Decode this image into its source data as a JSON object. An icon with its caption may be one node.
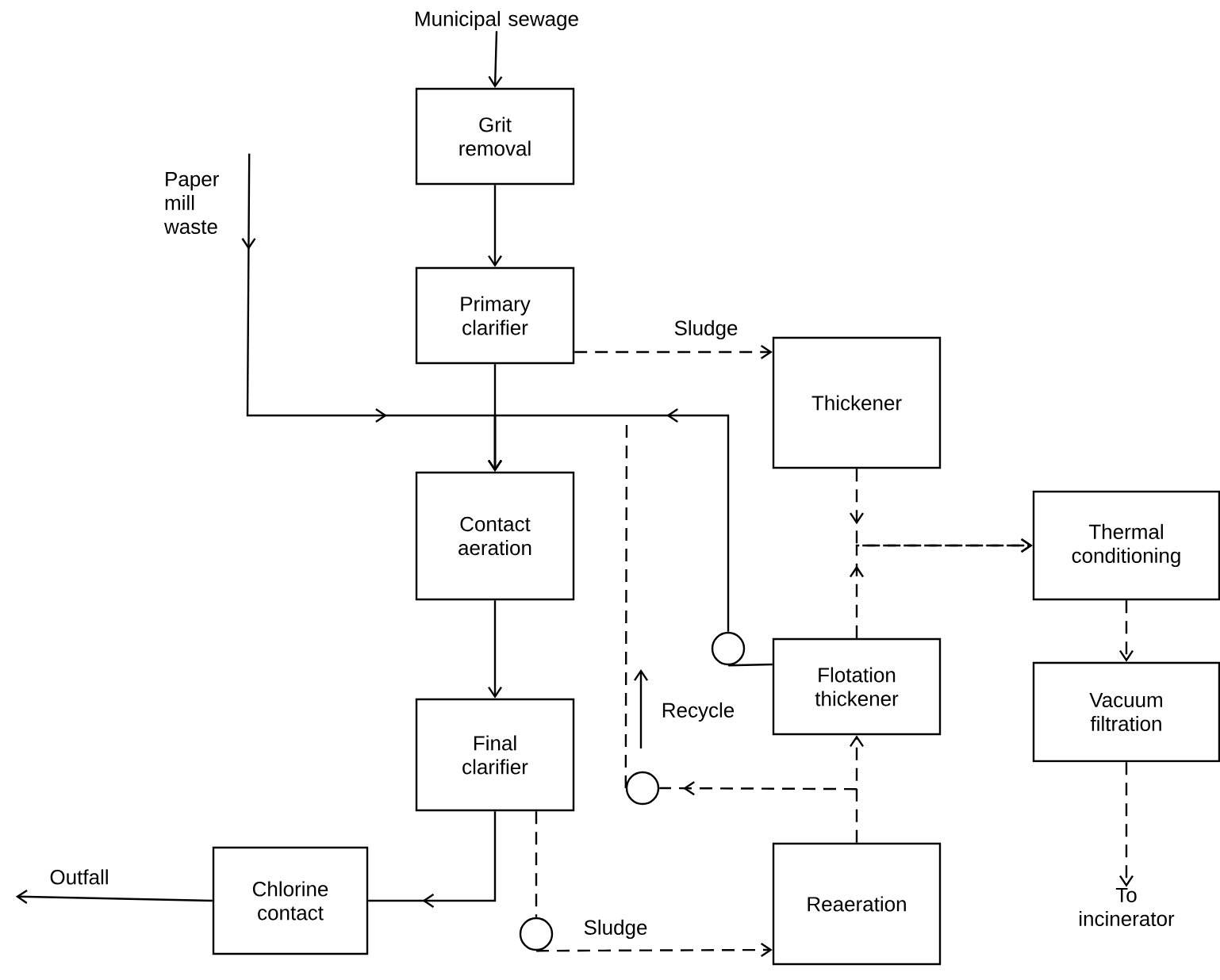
{
  "diagram": {
    "nodes": [
      {
        "text": [
          "Municipal sewage"
        ]
      },
      {
        "text": [
          "Grit removal"
        ]
      },
      {
        "text": [
          "Primary clarifier"
        ]
      },
      {
        "text": [
          "Paper mill waste"
        ]
      },
      {
        "text": [
          "Contact aeration"
        ]
      },
      {
        "text": [
          "Final clarifier"
        ]
      },
      {
        "text": [
          "Chlorine contact"
        ]
      },
      {
        "text": [
          "Outfall"
        ]
      },
      {
        "text": [
          "Thickener"
        ]
      },
      {
        "text": [
          "Thermal conditioning"
        ]
      },
      {
        "text": [
          "Vacuum filtration"
        ]
      },
      {
        "text": [
          "To incinerator"
        ]
      },
      {
        "text": [
          "Flotation thickener"
        ]
      },
      {
        "text": [
          "Reaeration"
        ]
      },
      {
        "text": [],
        "shape": "circle"
      },
      {
        "text": [],
        "shape": "circle"
      },
      {
        "text": [],
        "shape": "circle"
      }
    ],
    "edges": [
      {
        "from": 0,
        "to": 1,
        "arrow": "to"
      },
      {
        "from": 1,
        "to": 2,
        "arrow": "to"
      },
      {
        "from": 2,
        "to": 4,
        "arrow": "to"
      },
      {
        "from": 3,
        "to": 4,
        "arrow": "to"
      },
      {
        "from": 2,
        "to": 8,
        "arrow": "to",
        "style": "dashed",
        "label": "Sludge"
      },
      {
        "from": 4,
        "to": 5,
        "arrow": "to"
      },
      {
        "from": 5,
        "to": 6,
        "arrow": "to"
      },
      {
        "from": 6,
        "to": 7,
        "arrow": "to"
      },
      {
        "from": 12,
        "to": 14,
        "arrow": "none"
      },
      {
        "from": 14,
        "to": 4,
        "arrow": "to"
      },
      {
        "from": 5,
        "to": 16,
        "arrow": "none",
        "style": "dashed"
      },
      {
        "from": 16,
        "to": 13,
        "arrow": "to",
        "style": "dashed",
        "label": "Sludge"
      },
      {
        "from": 13,
        "to": 12,
        "arrow": "to",
        "style": "dashed"
      },
      {
        "from": 12,
        "to": 15,
        "arrow": "to",
        "style": "dashed"
      },
      {
        "from": 15,
        "to": 4,
        "arrow": "none",
        "style": "dashed",
        "label": "Recycle"
      },
      {
        "from": 8,
        "to": 9,
        "arrow": "to",
        "style": "dashed"
      },
      {
        "from": 12,
        "to": 9,
        "arrow": "to",
        "style": "dashed"
      },
      {
        "from": 9,
        "to": 10,
        "arrow": "to",
        "style": "dashed"
      },
      {
        "from": 10,
        "to": 11,
        "arrow": "to",
        "style": "dashed"
      }
    ]
  }
}
